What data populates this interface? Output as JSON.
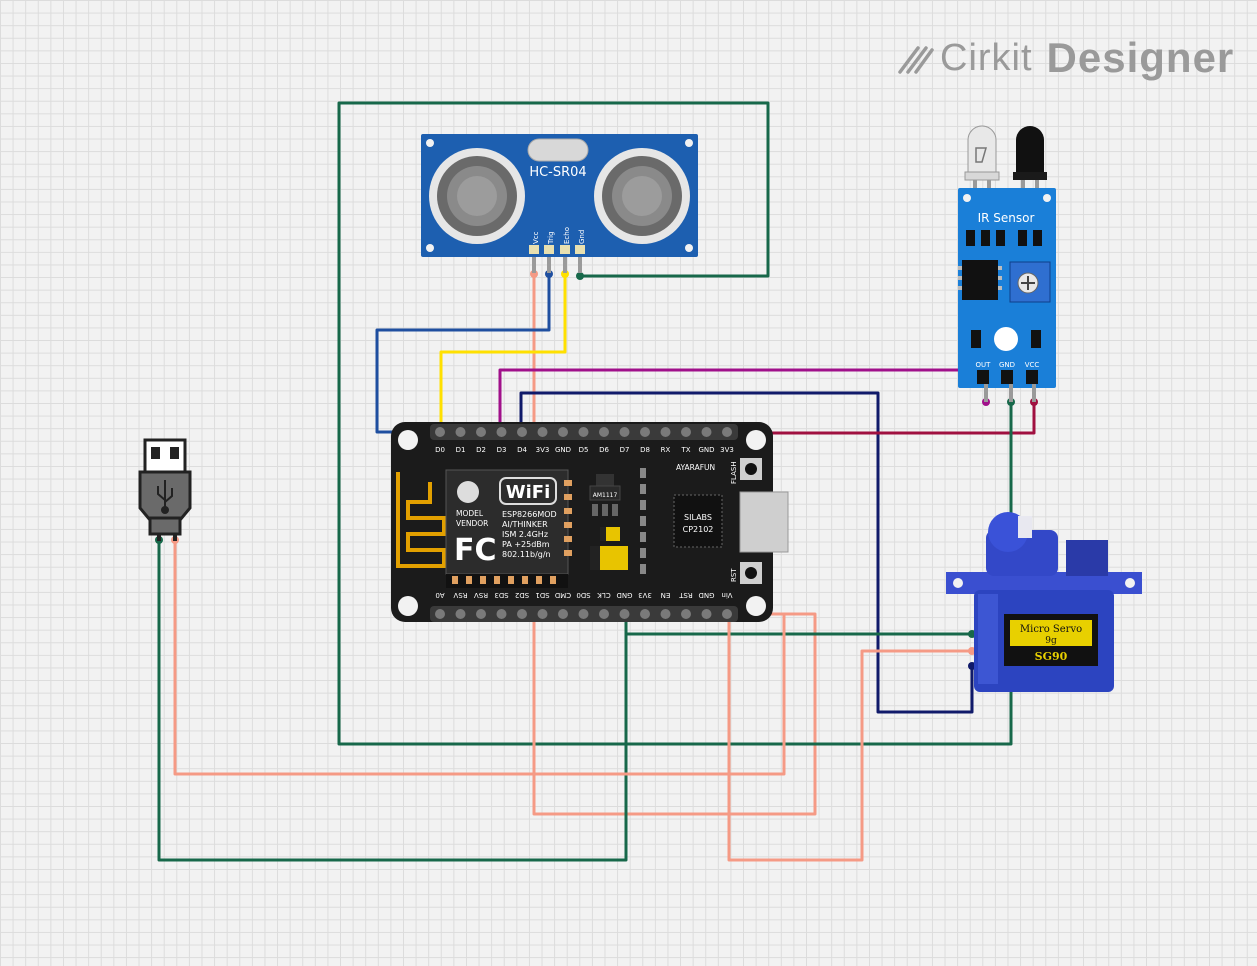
{
  "brand": {
    "word1": "Cirkit",
    "word2": "Designer"
  },
  "ultrasonic": {
    "title": "HC-SR04",
    "pins": [
      "Vcc",
      "Trig",
      "Echo",
      "Gnd"
    ]
  },
  "ir_sensor": {
    "title": "IR Sensor",
    "pins": [
      "OUT",
      "GND",
      "VCC"
    ]
  },
  "nodemcu": {
    "top_pins": [
      "D0",
      "D1",
      "D2",
      "D3",
      "D4",
      "3V3",
      "GND",
      "D5",
      "D6",
      "D7",
      "D8",
      "RX",
      "TX",
      "GND",
      "3V3"
    ],
    "bottom_pins": [
      "A0",
      "RSV",
      "RSV",
      "SD3",
      "SD2",
      "SD1",
      "CMD",
      "SD0",
      "CLK",
      "GND",
      "3V3",
      "EN",
      "RST",
      "GND",
      "Vin"
    ],
    "wifi_text": "WiFi",
    "module_lines": [
      "MODEL",
      "VENDOR"
    ],
    "module_info": [
      "ESP8266MOD",
      "AI/THINKER",
      "ISM 2.4GHz",
      "PA +25dBm",
      "802.11b/g/n"
    ],
    "fcc": "FC",
    "regulator": "AM1117",
    "usb_chip": [
      "SILABS",
      "CP2102"
    ],
    "maker": "AYARAFUN",
    "btn_flash": "FLASH",
    "btn_rst": "RST"
  },
  "servo": {
    "label_line1": "Micro Servo",
    "label_line2": "9g",
    "label_line3": "SG90"
  },
  "colors": {
    "green": "#17684a",
    "salmon": "#f59a85",
    "blue": "#1f4fa0",
    "yellow": "#ffe000",
    "magenta": "#a0108a",
    "navy": "#101a6a",
    "crimson": "#a01040"
  }
}
